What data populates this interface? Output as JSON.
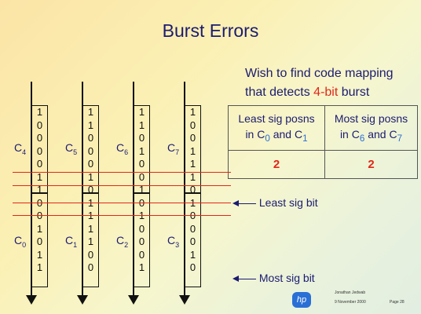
{
  "title": "Burst Errors",
  "wish_line1": "Wish to find code mapping",
  "wish_line2_prefix": "that detects ",
  "wish_line2_red": "4-bit",
  "wish_line2_suffix": " burst",
  "table": {
    "left_line1": "Least sig posns",
    "left_line2_prefix": "in C",
    "left_line2_a": "0",
    "left_line2_mid": " and C",
    "left_line2_b": "1",
    "right_line1": "Most sig posns",
    "right_line2_prefix": "in C",
    "right_line2_a": "6",
    "right_line2_mid": " and C",
    "right_line2_b": "7",
    "left_value": "2",
    "right_value": "2"
  },
  "columns": [
    {
      "top": "C",
      "top_sub": "4",
      "bottom": "C",
      "bottom_sub": "0",
      "bits": [
        "1",
        "0",
        "0",
        "0",
        "0",
        "1",
        "1",
        "0",
        "0",
        "1",
        "0",
        "1",
        "1"
      ]
    },
    {
      "top": "C",
      "top_sub": "5",
      "bottom": "C",
      "bottom_sub": "1",
      "bits": [
        "1",
        "1",
        "0",
        "0",
        "0",
        "1",
        "0",
        "1",
        "1",
        "1",
        "1",
        "0",
        "0"
      ]
    },
    {
      "top": "C",
      "top_sub": "6",
      "bottom": "C",
      "bottom_sub": "2",
      "bits": [
        "1",
        "1",
        "0",
        "1",
        "0",
        "0",
        "1",
        "0",
        "1",
        "0",
        "0",
        "0",
        "1"
      ]
    },
    {
      "top": "C",
      "top_sub": "7",
      "bottom": "C",
      "bottom_sub": "3",
      "bits": [
        "1",
        "0",
        "0",
        "1",
        "1",
        "1",
        "0",
        "1",
        "0",
        "0",
        "0",
        "1",
        "0"
      ]
    }
  ],
  "least_label": "Least sig bit",
  "most_label": "Most sig bit",
  "logo_text": "hp",
  "footer_name": "Jonathan Jedwab",
  "footer_date": "9 November 2000",
  "footer_page": "Page 28",
  "colors": {
    "accent_red": "#e0271a",
    "text_navy": "#1b1b70",
    "subscript_blue": "#2a6fd6"
  }
}
